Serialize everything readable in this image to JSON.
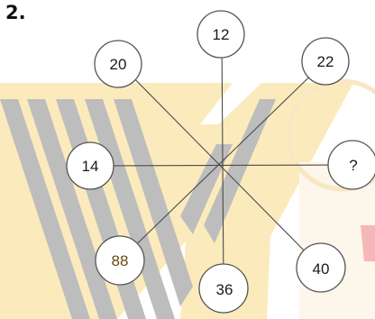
{
  "question": {
    "number": "2."
  },
  "nodes": [
    {
      "id": "n20",
      "label": "20"
    },
    {
      "id": "n12",
      "label": "12"
    },
    {
      "id": "n22",
      "label": "22"
    },
    {
      "id": "n14",
      "label": "14"
    },
    {
      "id": "nq",
      "label": "?"
    },
    {
      "id": "n88",
      "label": "88"
    },
    {
      "id": "n36",
      "label": "36"
    },
    {
      "id": "n40",
      "label": "40"
    }
  ],
  "colors": {
    "watermark_yellow": "#f6d98a",
    "watermark_gray": "#9a9a9a",
    "watermark_red": "#e88a8a",
    "line": "#4a4a4a"
  }
}
